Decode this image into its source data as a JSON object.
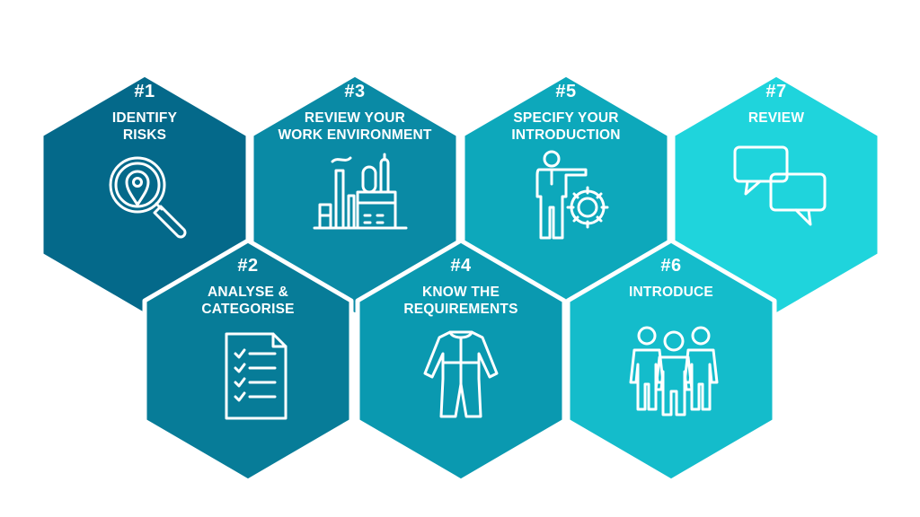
{
  "steps": [
    {
      "number": "#1",
      "title": [
        "IDENTIFY",
        "RISKS"
      ],
      "icon": "magnifier-location-icon",
      "color": "#04698a"
    },
    {
      "number": "#2",
      "title": [
        "ANALYSE &",
        "CATEGORISE"
      ],
      "icon": "checklist-document-icon",
      "color": "#077c98"
    },
    {
      "number": "#3",
      "title": [
        "REVIEW YOUR",
        "WORK ENVIRONMENT"
      ],
      "icon": "factory-icon",
      "color": "#0a8aa5"
    },
    {
      "number": "#4",
      "title": [
        "KNOW THE",
        "REQUIREMENTS"
      ],
      "icon": "coverall-suit-icon",
      "color": "#0a99b0"
    },
    {
      "number": "#5",
      "title": [
        "SPECIFY YOUR",
        "INTRODUCTION"
      ],
      "icon": "presenter-gear-icon",
      "color": "#0da8bb"
    },
    {
      "number": "#6",
      "title": [
        "INTRODUCE"
      ],
      "icon": "team-group-icon",
      "color": "#14bccb"
    },
    {
      "number": "#7",
      "title": [
        "REVIEW"
      ],
      "icon": "speech-bubbles-icon",
      "color": "#1fd4dc"
    }
  ]
}
